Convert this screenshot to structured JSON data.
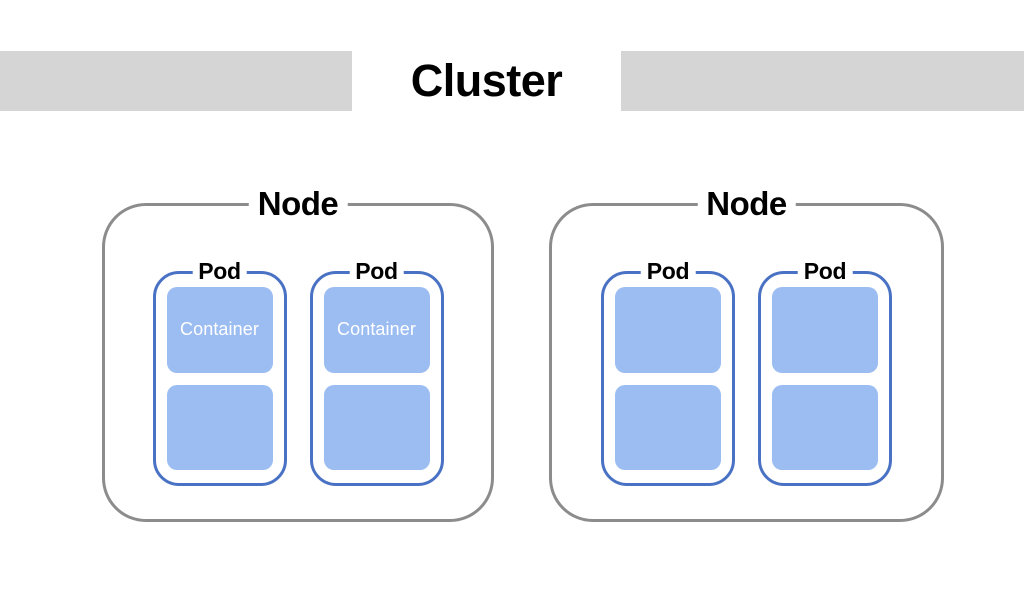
{
  "diagram": {
    "title": "Cluster",
    "band_color": "#d5d5d5",
    "node_border_color": "#8c8c8c",
    "pod_border_color": "#4a72c4",
    "container_fill_color": "#9cbdf2",
    "container_text_color": "#ffffff",
    "background_color": "#ffffff"
  },
  "nodes": [
    {
      "label": "Node",
      "pods": [
        {
          "label": "Pod",
          "containers": [
            {
              "label": "Container"
            },
            {
              "label": ""
            }
          ]
        },
        {
          "label": "Pod",
          "containers": [
            {
              "label": "Container"
            },
            {
              "label": ""
            }
          ]
        }
      ]
    },
    {
      "label": "Node",
      "pods": [
        {
          "label": "Pod",
          "containers": [
            {
              "label": ""
            },
            {
              "label": ""
            }
          ]
        },
        {
          "label": "Pod",
          "containers": [
            {
              "label": ""
            },
            {
              "label": ""
            }
          ]
        }
      ]
    }
  ]
}
